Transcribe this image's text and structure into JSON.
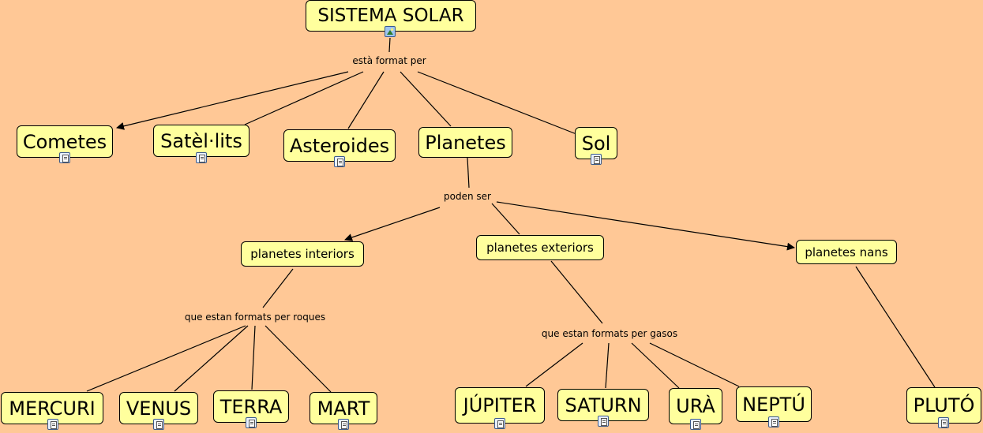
{
  "concepts": {
    "sistema_solar": "SISTEMA SOLAR",
    "cometes": "Cometes",
    "satellits": "Satèl·lits",
    "asteroides": "Asteroides",
    "planetes": "Planetes",
    "sol": "Sol",
    "planetes_interiors": "planetes interiors",
    "planetes_exteriors": "planetes exteriors",
    "planetes_nans": "planetes nans",
    "mercuri": "MERCURI",
    "venus": "VENUS",
    "terra": "TERRA",
    "mart": "MART",
    "jupiter": "JÚPITER",
    "saturn": "SATURN",
    "ura": "URÀ",
    "neptu": "NEPTÚ",
    "pluto": "PLUTÓ"
  },
  "linking_phrases": {
    "esta_format_per": "està format per",
    "poden_ser": "poden ser",
    "formats_per_roques": "que estan formats per roques",
    "formats_per_gasos": "que estan formats per gasos"
  },
  "colors": {
    "background": "#ffc896",
    "concept_fill": "#ffff9d",
    "line": "#000000"
  },
  "icons": {
    "resource_image": "image-resource-icon",
    "resource_document": "document-resource-icon"
  }
}
